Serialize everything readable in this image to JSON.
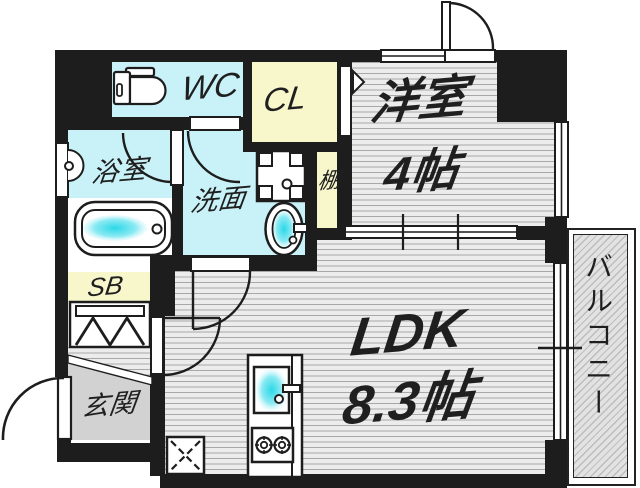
{
  "title": "apartment-floor-plan",
  "rooms": {
    "wc": {
      "label": "WC"
    },
    "closet": {
      "label": "CL"
    },
    "western_room": {
      "label": "洋室",
      "size": "4帖"
    },
    "bathroom": {
      "label": "浴室"
    },
    "washroom": {
      "label": "洗面"
    },
    "shelf": {
      "label": "棚"
    },
    "shoe_box": {
      "label": "SB"
    },
    "entrance": {
      "label": "玄関"
    },
    "ldk": {
      "label": "LDK",
      "size": "8.3帖"
    },
    "balcony": {
      "label": "バルコニー"
    }
  },
  "colors": {
    "wall": "#1d1d1d",
    "room_cyan": "#c9f2f8",
    "room_yellow": "#f8f6cb",
    "floor_bg": "#ececec",
    "floor_line": "#a8a8a8",
    "entrance_gray": "#d2d2d2",
    "balcony_bg": "#e2e2e2",
    "balcony_line": "#bdbdbd",
    "water": "#2bd8e8",
    "label": "#1f1f1f"
  }
}
